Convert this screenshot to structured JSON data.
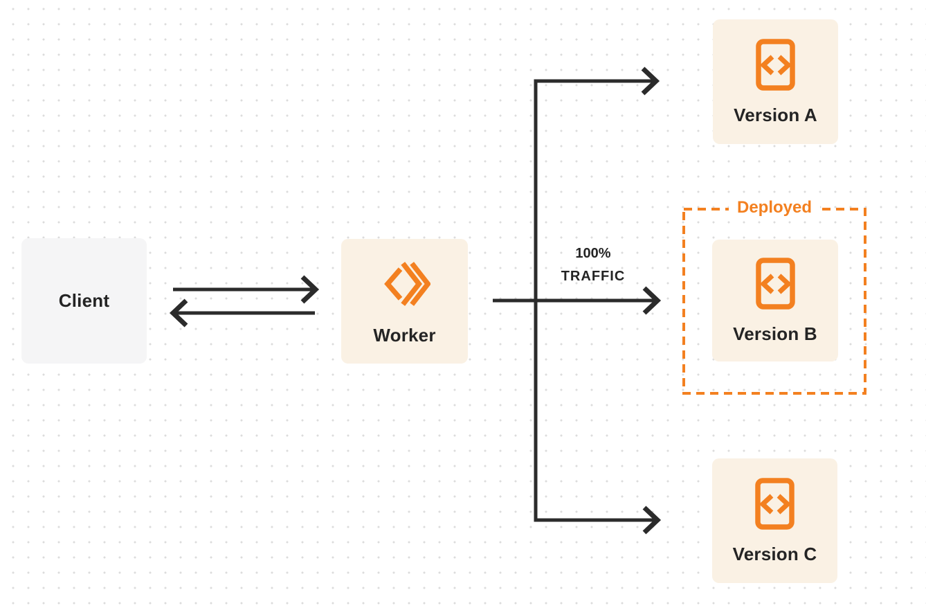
{
  "diagram": {
    "nodes": {
      "client": {
        "label": "Client"
      },
      "worker": {
        "label": "Worker"
      },
      "version_a": {
        "label": "Version A"
      },
      "version_b": {
        "label": "Version B"
      },
      "version_c": {
        "label": "Version C"
      }
    },
    "annotations": {
      "deployed": {
        "label": "Deployed"
      },
      "traffic": {
        "line1": "100%",
        "line2": "TRAFFIC"
      }
    },
    "icons": {
      "worker_icon": "cloudflare-workers-logo",
      "version_icon": "code-file-icon"
    },
    "colors": {
      "page_bg": "#ffffff",
      "dot_grid": "#dcdcdc",
      "accent_orange": "#f38020",
      "node_cream_bg": "#faf1e4",
      "client_gray_bg": "#f5f5f6",
      "arrow_dark": "#2b2b2b",
      "text_dark": "#242424"
    }
  }
}
